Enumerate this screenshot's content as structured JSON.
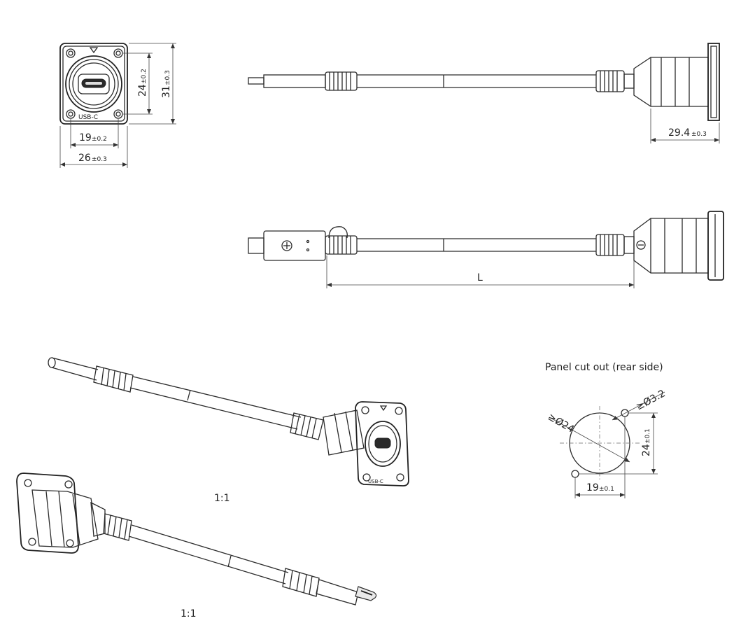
{
  "front_view": {
    "width_dim": "26",
    "width_tol": "±0.3",
    "hole_spacing_dim": "19",
    "hole_spacing_tol": "±0.2",
    "height_dim": "31",
    "height_tol": "±0.3",
    "hole_vert_dim": "24",
    "hole_vert_tol": "±0.2",
    "marking": "USB-C"
  },
  "side_view": {
    "depth_dim": "29.4",
    "depth_tol": "±0.3"
  },
  "length_view": {
    "length_label": "L"
  },
  "panel_cutout": {
    "title": "Panel cut out (rear side)",
    "main_hole": "≥Ø24",
    "screw_hole": "≥Ø3.2",
    "vert_dim": "24",
    "vert_tol": "±0.1",
    "horiz_dim": "19",
    "horiz_tol": "±0.1"
  },
  "iso_views": {
    "scale_1": "1:1",
    "scale_2": "1:1",
    "marking": "USB-C"
  }
}
